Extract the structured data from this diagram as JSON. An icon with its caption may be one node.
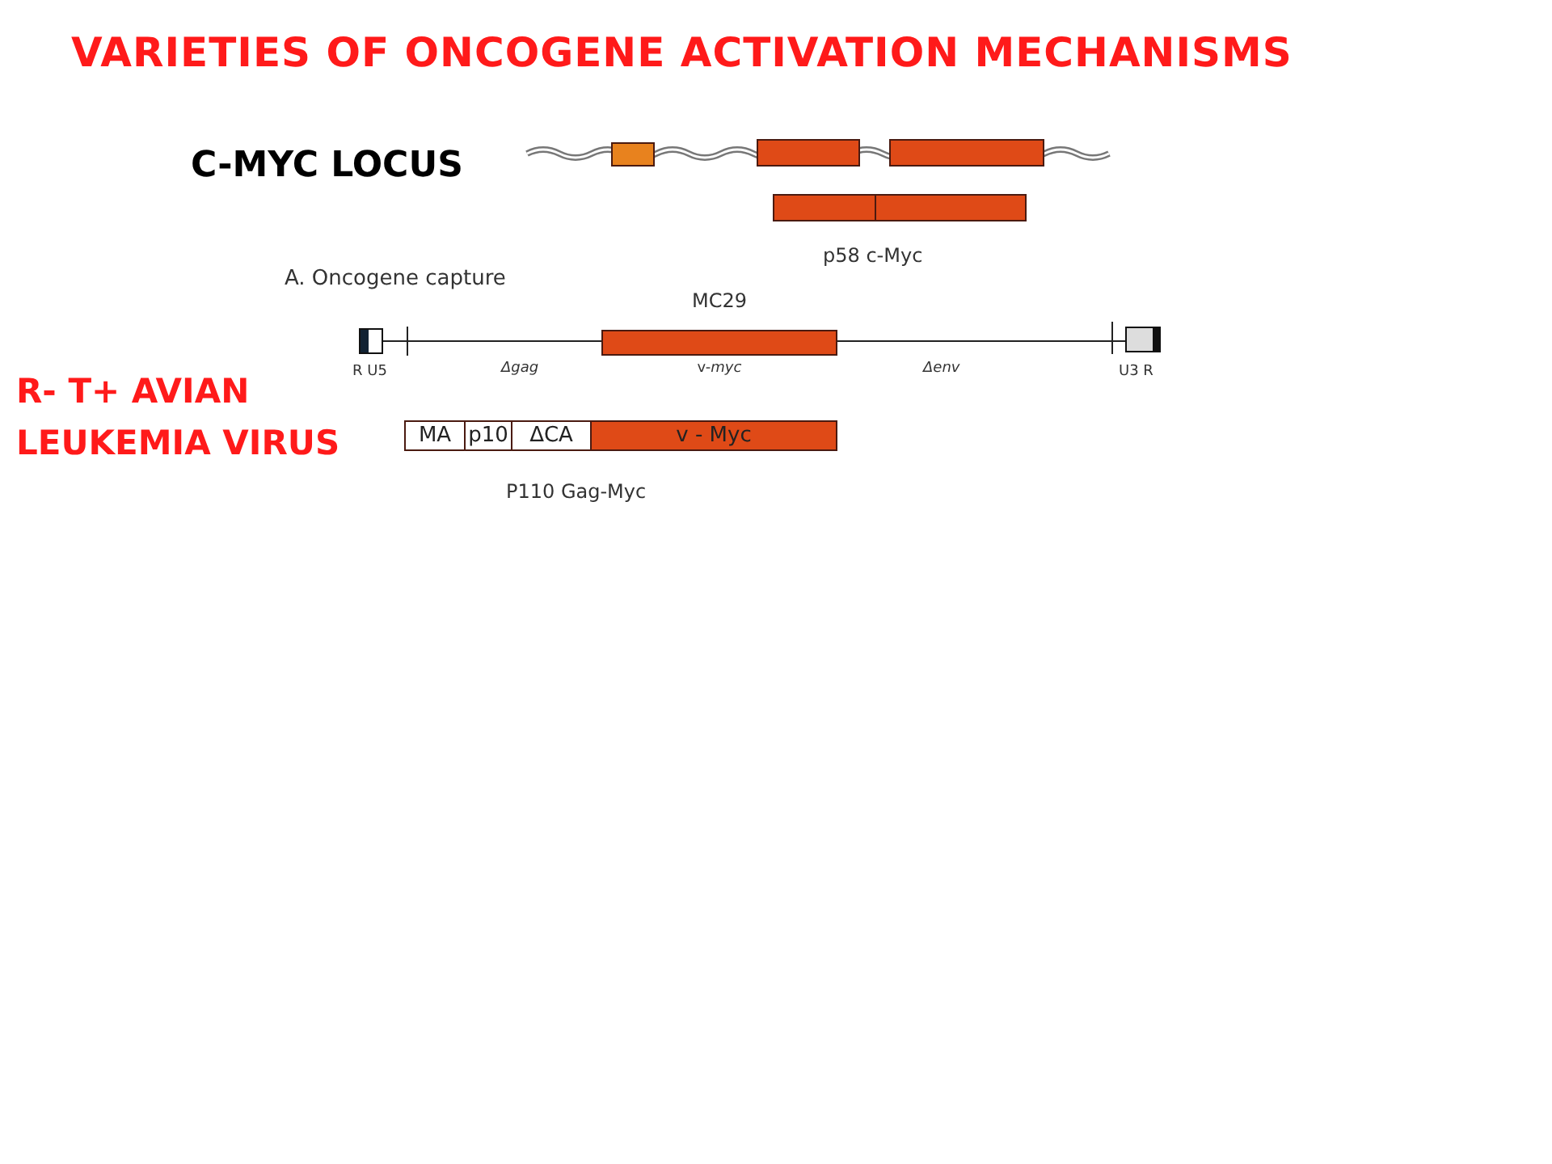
{
  "diagram": {
    "title": "VARIETIES OF ONCOGENE ACTIVATION MECHANISMS",
    "nodes": [
      {
        "text": [],
        "shape": "bar"
      },
      {
        "text": [],
        "shape": "bar"
      },
      {
        "text": [],
        "shape": "bar"
      },
      {
        "text": [],
        "shape": "bar"
      },
      {
        "text": [],
        "shape": "bar"
      },
      {
        "text": [],
        "shape": "bar",
        "beside": [
          "v-*myc*"
        ]
      },
      {
        "text": [
          "MA"
        ]
      },
      {
        "text": [
          "p10"
        ]
      },
      {
        "text": [
          "ΔCA"
        ]
      },
      {
        "text": [
          "v - Myc"
        ]
      }
    ],
    "labels": [
      "C-MYC LOCUS",
      "p58 c-Myc",
      "A. Oncogene capture",
      "MC29",
      "R U5",
      "Δgag",
      "Δenv",
      "U3 R",
      "R- T+ AVIAN LEUKEMIA VIRUS",
      "P110 Gag-Myc"
    ]
  }
}
